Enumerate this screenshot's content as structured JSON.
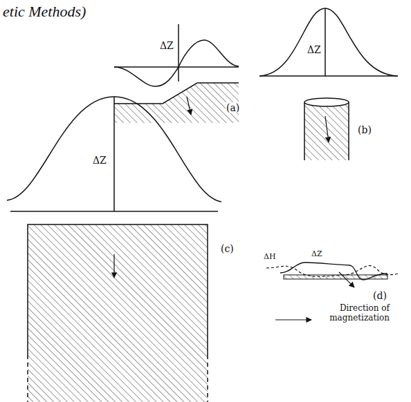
{
  "diagram": {
    "title": "etic Methods)",
    "labels": [
      "ΔZ",
      "(a)",
      "ΔZ",
      "(b)",
      "ΔZ",
      "(c)",
      "ΔH",
      "ΔZ",
      "(d)",
      "Direction of magnetization"
    ]
  }
}
